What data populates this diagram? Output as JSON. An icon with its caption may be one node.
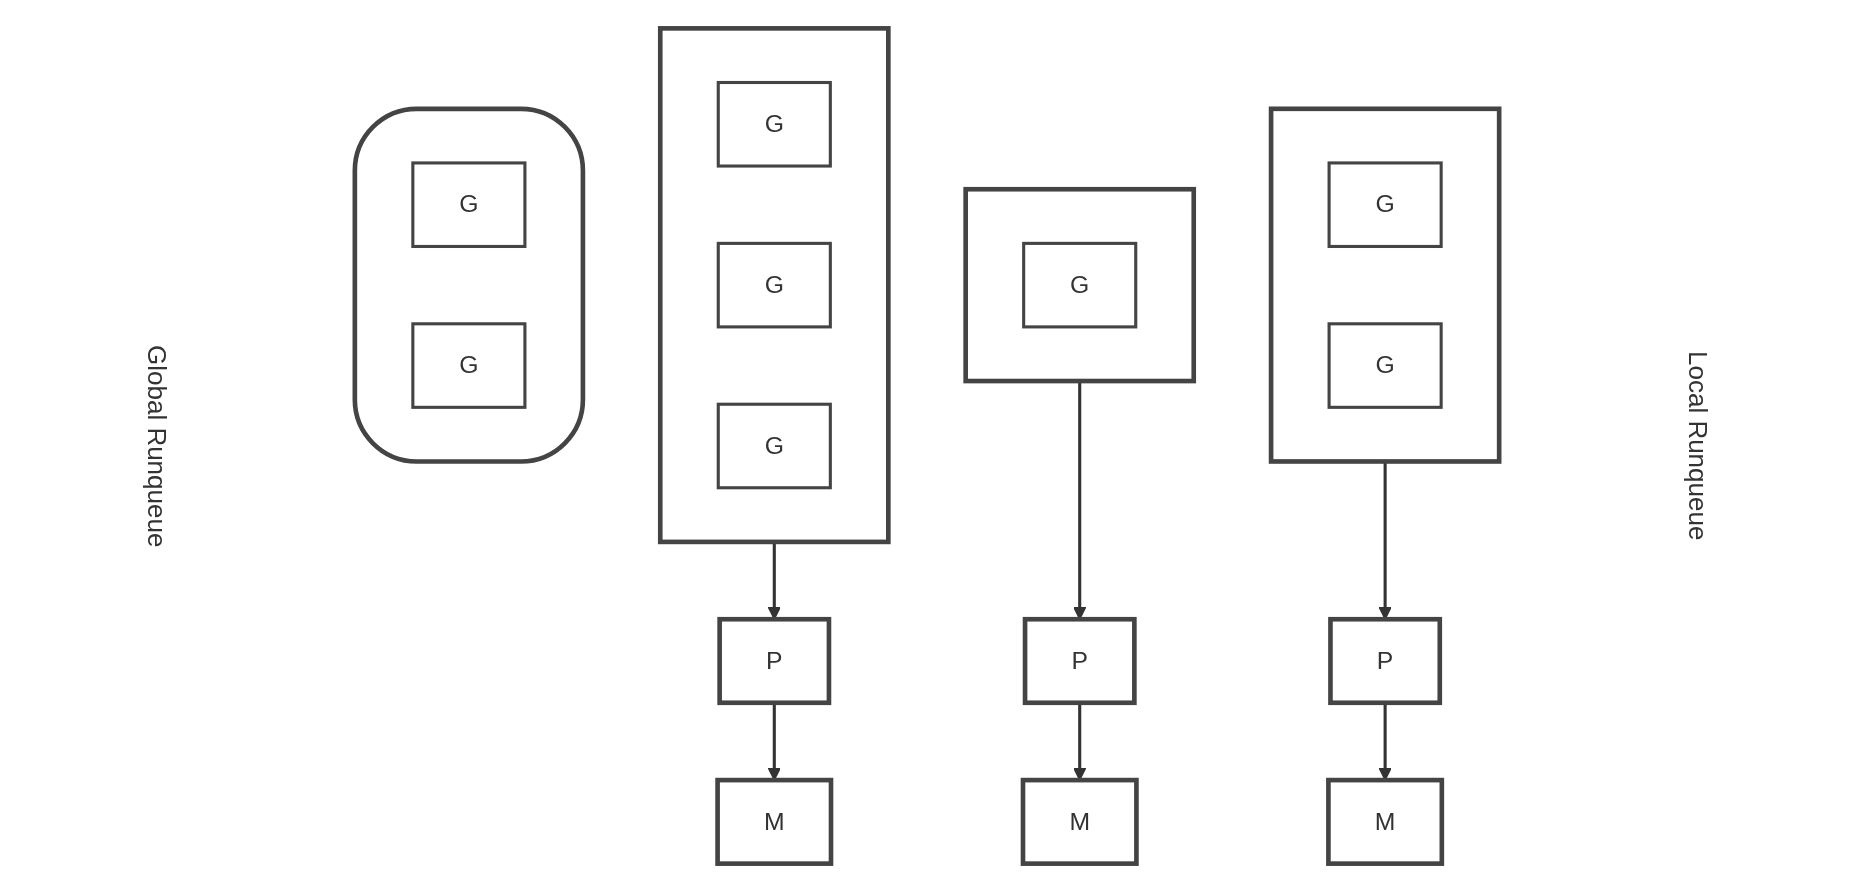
{
  "diagram": {
    "nodes": [
      {
        "text": [],
        "shape": "cylinder"
      },
      {
        "text": [
          "G"
        ],
        "in": 0
      },
      {
        "text": [
          "G"
        ],
        "in": 0
      },
      {
        "text": [],
        "shape": "box"
      },
      {
        "text": [
          "G"
        ],
        "in": 3
      },
      {
        "text": [
          "G"
        ],
        "in": 3
      },
      {
        "text": [
          "G"
        ],
        "in": 3
      },
      {
        "text": [
          "P"
        ]
      },
      {
        "text": [
          "M"
        ]
      },
      {
        "text": [],
        "shape": "box"
      },
      {
        "text": [
          "G"
        ],
        "in": 9
      },
      {
        "text": [
          "P"
        ]
      },
      {
        "text": [
          "M"
        ]
      },
      {
        "text": [],
        "shape": "box"
      },
      {
        "text": [
          "G"
        ],
        "in": 13
      },
      {
        "text": [
          "G"
        ],
        "in": 13
      },
      {
        "text": [
          "P"
        ]
      },
      {
        "text": [
          "M"
        ]
      }
    ],
    "edges": [
      {
        "from": 3,
        "to": 7,
        "arrow": "to"
      },
      {
        "from": 7,
        "to": 8,
        "arrow": "to"
      },
      {
        "from": 9,
        "to": 11,
        "arrow": "to"
      },
      {
        "from": 11,
        "to": 12,
        "arrow": "to"
      },
      {
        "from": 13,
        "to": 16,
        "arrow": "to"
      },
      {
        "from": 16,
        "to": 17,
        "arrow": "to"
      }
    ],
    "labels": [
      "Global Runqueue",
      "Local Runqueue"
    ]
  }
}
